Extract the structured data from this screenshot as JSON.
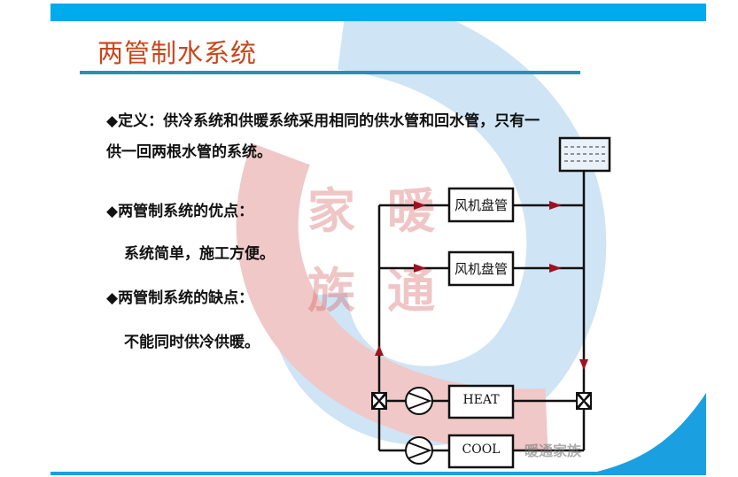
{
  "title": "两管制水系统",
  "definition": {
    "line1": "◆定义：供冷系统和供暖系统采用相同的供水管和回水管，只有一",
    "line2": "供一回两根水管的系统。"
  },
  "advantages": {
    "heading": "◆两管制系统的优点：",
    "text": "系统简单，施工方便。"
  },
  "disadvantages": {
    "heading": "◆两管制系统的缺点：",
    "text": "不能同时供冷供暖。"
  },
  "diagram": {
    "fan_coil_1": "风机盘管",
    "fan_coil_2": "风机盘管",
    "heat": "HEAT",
    "cool": "COOL"
  },
  "watermark": {
    "big1": "家",
    "big2": "暖",
    "big3": "族",
    "big4": "通",
    "small": "暖通家族"
  },
  "colors": {
    "accent": "#00aaee",
    "title": "#c8461e",
    "arrow": "#a01020"
  }
}
